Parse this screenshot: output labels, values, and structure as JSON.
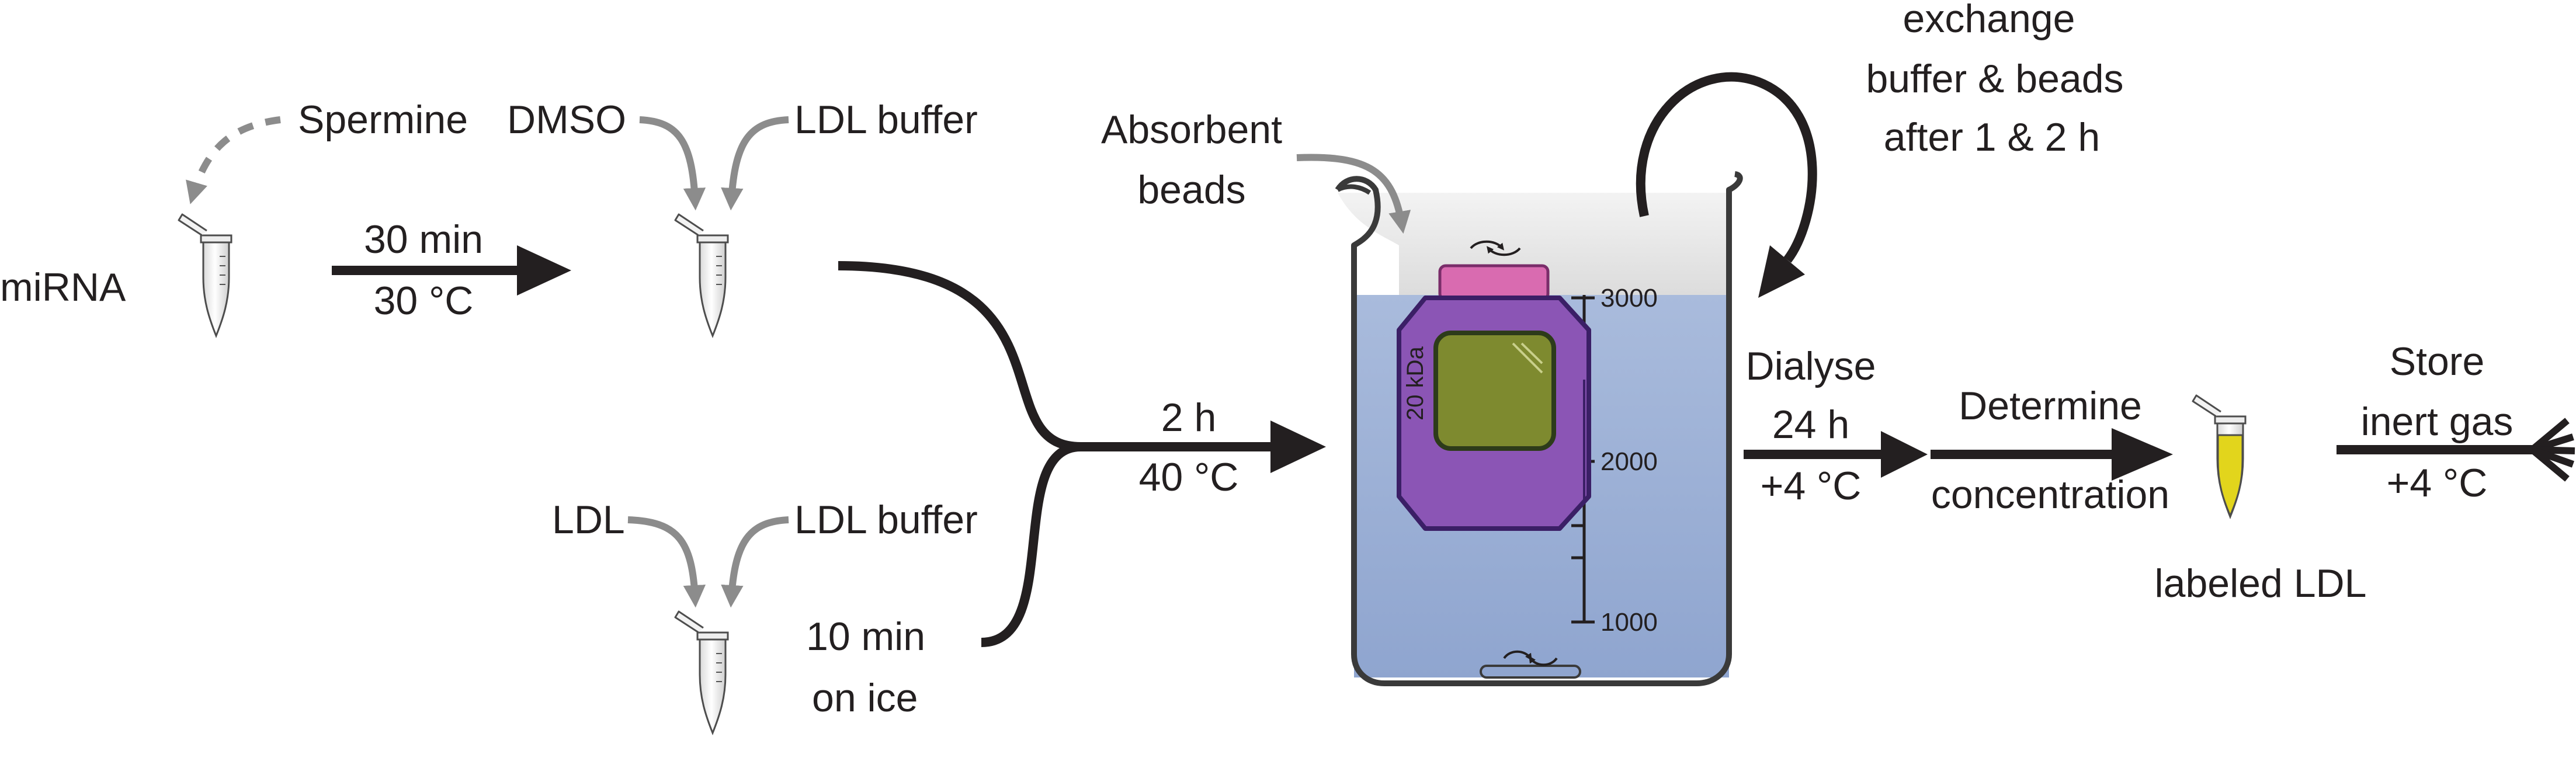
{
  "labels": {
    "mirna": "miRNA",
    "spermine": "Spermine",
    "dmso": "DMSO",
    "ldl_buffer_1": "LDL buffer",
    "time_30min": "30 min",
    "temp_30c": "30 °C",
    "ldl": "LDL",
    "ldl_buffer_2": "LDL buffer",
    "ice_time": "10 min",
    "ice": "on ice",
    "mix_time": "2 h",
    "mix_temp": "40 °C",
    "absorbent_1": "Absorbent",
    "absorbent_2": "beads",
    "exchange_1": "exchange",
    "exchange_2": "buffer & beads",
    "exchange_3": "after 1 & 2 h",
    "cassette_kda": "20 kDa",
    "dialyse": "Dialyse",
    "dialyse_time": "24 h",
    "dialyse_temp": "+4 °C",
    "determine_1": "Determine",
    "determine_2": "concentration",
    "labeled_ldl": "labeled LDL",
    "store_1": "Store",
    "store_2": "inert gas",
    "store_temp": "+4 °C"
  },
  "beaker_scale": [
    "3000",
    "2000",
    "1000"
  ],
  "colors": {
    "arrow": "#231f20",
    "gray_arrow": "#8c8c8c",
    "buffer_blue": "#9fb2d6",
    "cassette_purple": "#8b55b5",
    "cassette_window": "#7e8a2f",
    "cassette_cap": "#d96bb0",
    "labeled_yellow": "#e2d51c"
  },
  "icons": [
    "microtube-icon",
    "beaker-icon",
    "dialysis-cassette-icon",
    "stir-bar-icon",
    "rotation-icon",
    "curved-arrow-icon",
    "inert-gas-end-icon"
  ]
}
